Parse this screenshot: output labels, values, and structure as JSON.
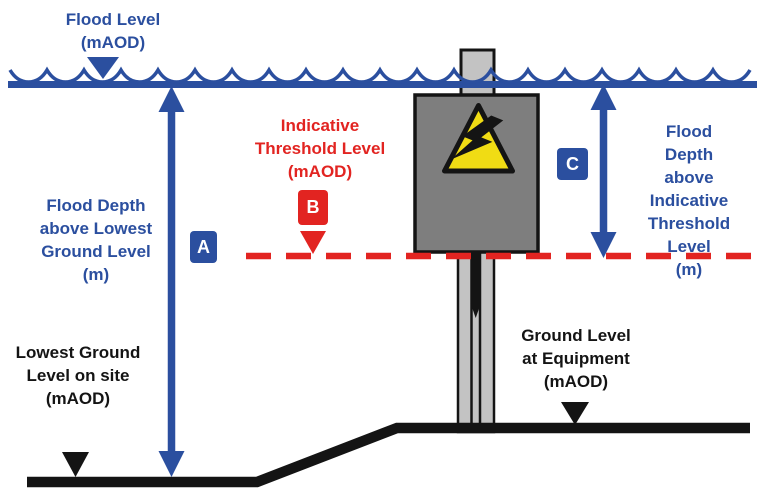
{
  "figure": {
    "description": "Flood depth definition diagram for electrical equipment",
    "colors": {
      "blue": "#2B4F9F",
      "red": "#E22421",
      "black": "#141414",
      "cabinet_gray": "#7E7E7E",
      "pedestal_gray": "#C3C3C3",
      "warning_yellow": "#F0DC14",
      "white": "#FFFFFF"
    },
    "icons": {
      "water_surface": "wave-scallops",
      "flood_level_marker": "down-triangle-blue",
      "threshold_marker": "down-triangle-red",
      "ground_marker": "down-triangle-black",
      "electric_hazard": "high-voltage-lightning-warning-triangle"
    },
    "labels": {
      "flood_level": "Flood Level\n(mAOD)",
      "flood_depth_lowest": "Flood Depth\nabove Lowest\nGround Level\n(m)",
      "indicative_threshold": "Indicative\nThreshold Level\n(mAOD)",
      "flood_depth_threshold": "Flood Depth\nabove Indicative\nThreshold Level\n(m)",
      "lowest_ground": "Lowest Ground\nLevel on site\n(mAOD)",
      "ground_equipment": "Ground Level\nat Equipment\n(mAOD)"
    },
    "measurements": {
      "a": {
        "badge": "A",
        "meaning": "Flood depth above lowest ground level (m)"
      },
      "b": {
        "badge": "B",
        "meaning": "Indicative threshold level (mAOD)"
      },
      "c": {
        "badge": "C",
        "meaning": "Flood depth above indicative threshold level (m)"
      }
    }
  }
}
